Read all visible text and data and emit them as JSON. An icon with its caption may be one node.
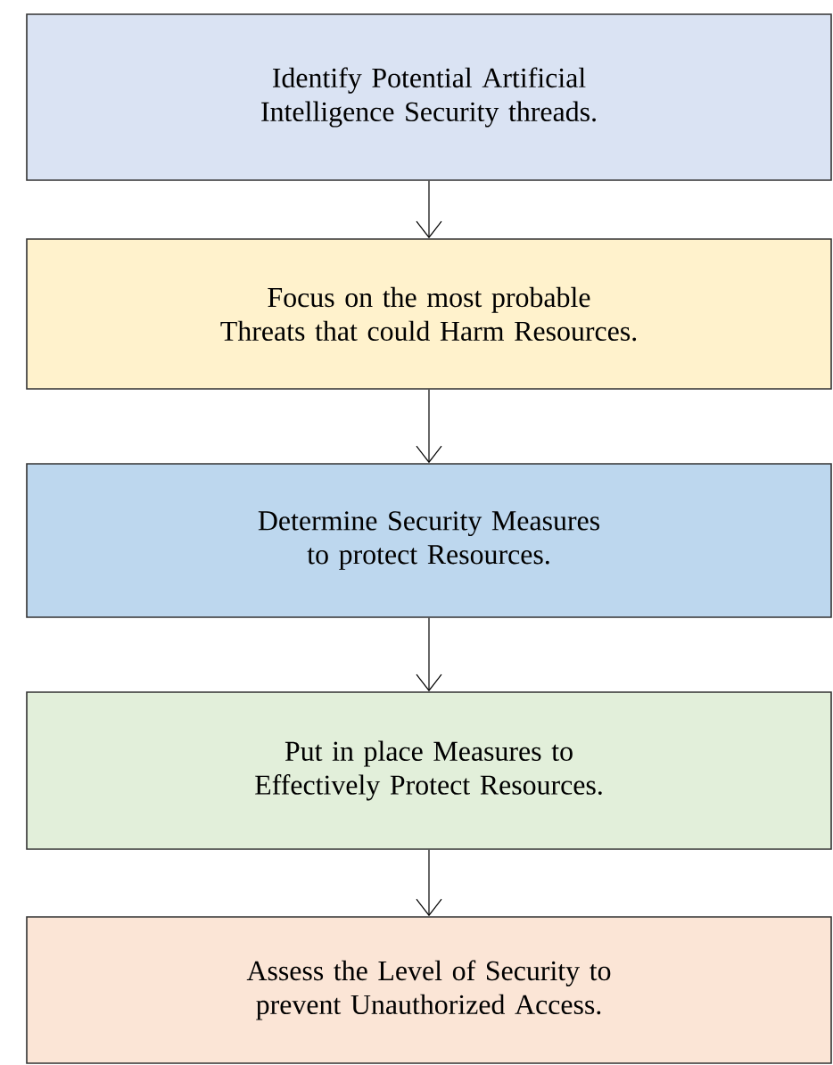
{
  "diagram": {
    "nodes": [
      {
        "text": [
          "Identify Potential Artificial Intelligence Security threads."
        ]
      },
      {
        "text": [
          "Focus on the most probable Threats that could Harm Resources."
        ]
      },
      {
        "text": [
          "Determine Security Measures to protect Resources."
        ]
      },
      {
        "text": [
          "Put in place Measures to Effectively Protect Resources."
        ]
      },
      {
        "text": [
          "Assess the Level of Security to prevent Unauthorized Access."
        ]
      }
    ],
    "edges": [
      {
        "from": 0,
        "to": 1,
        "arrow": "to"
      },
      {
        "from": 1,
        "to": 2,
        "arrow": "to"
      },
      {
        "from": 2,
        "to": 3,
        "arrow": "to"
      },
      {
        "from": 3,
        "to": 4,
        "arrow": "to"
      }
    ]
  }
}
